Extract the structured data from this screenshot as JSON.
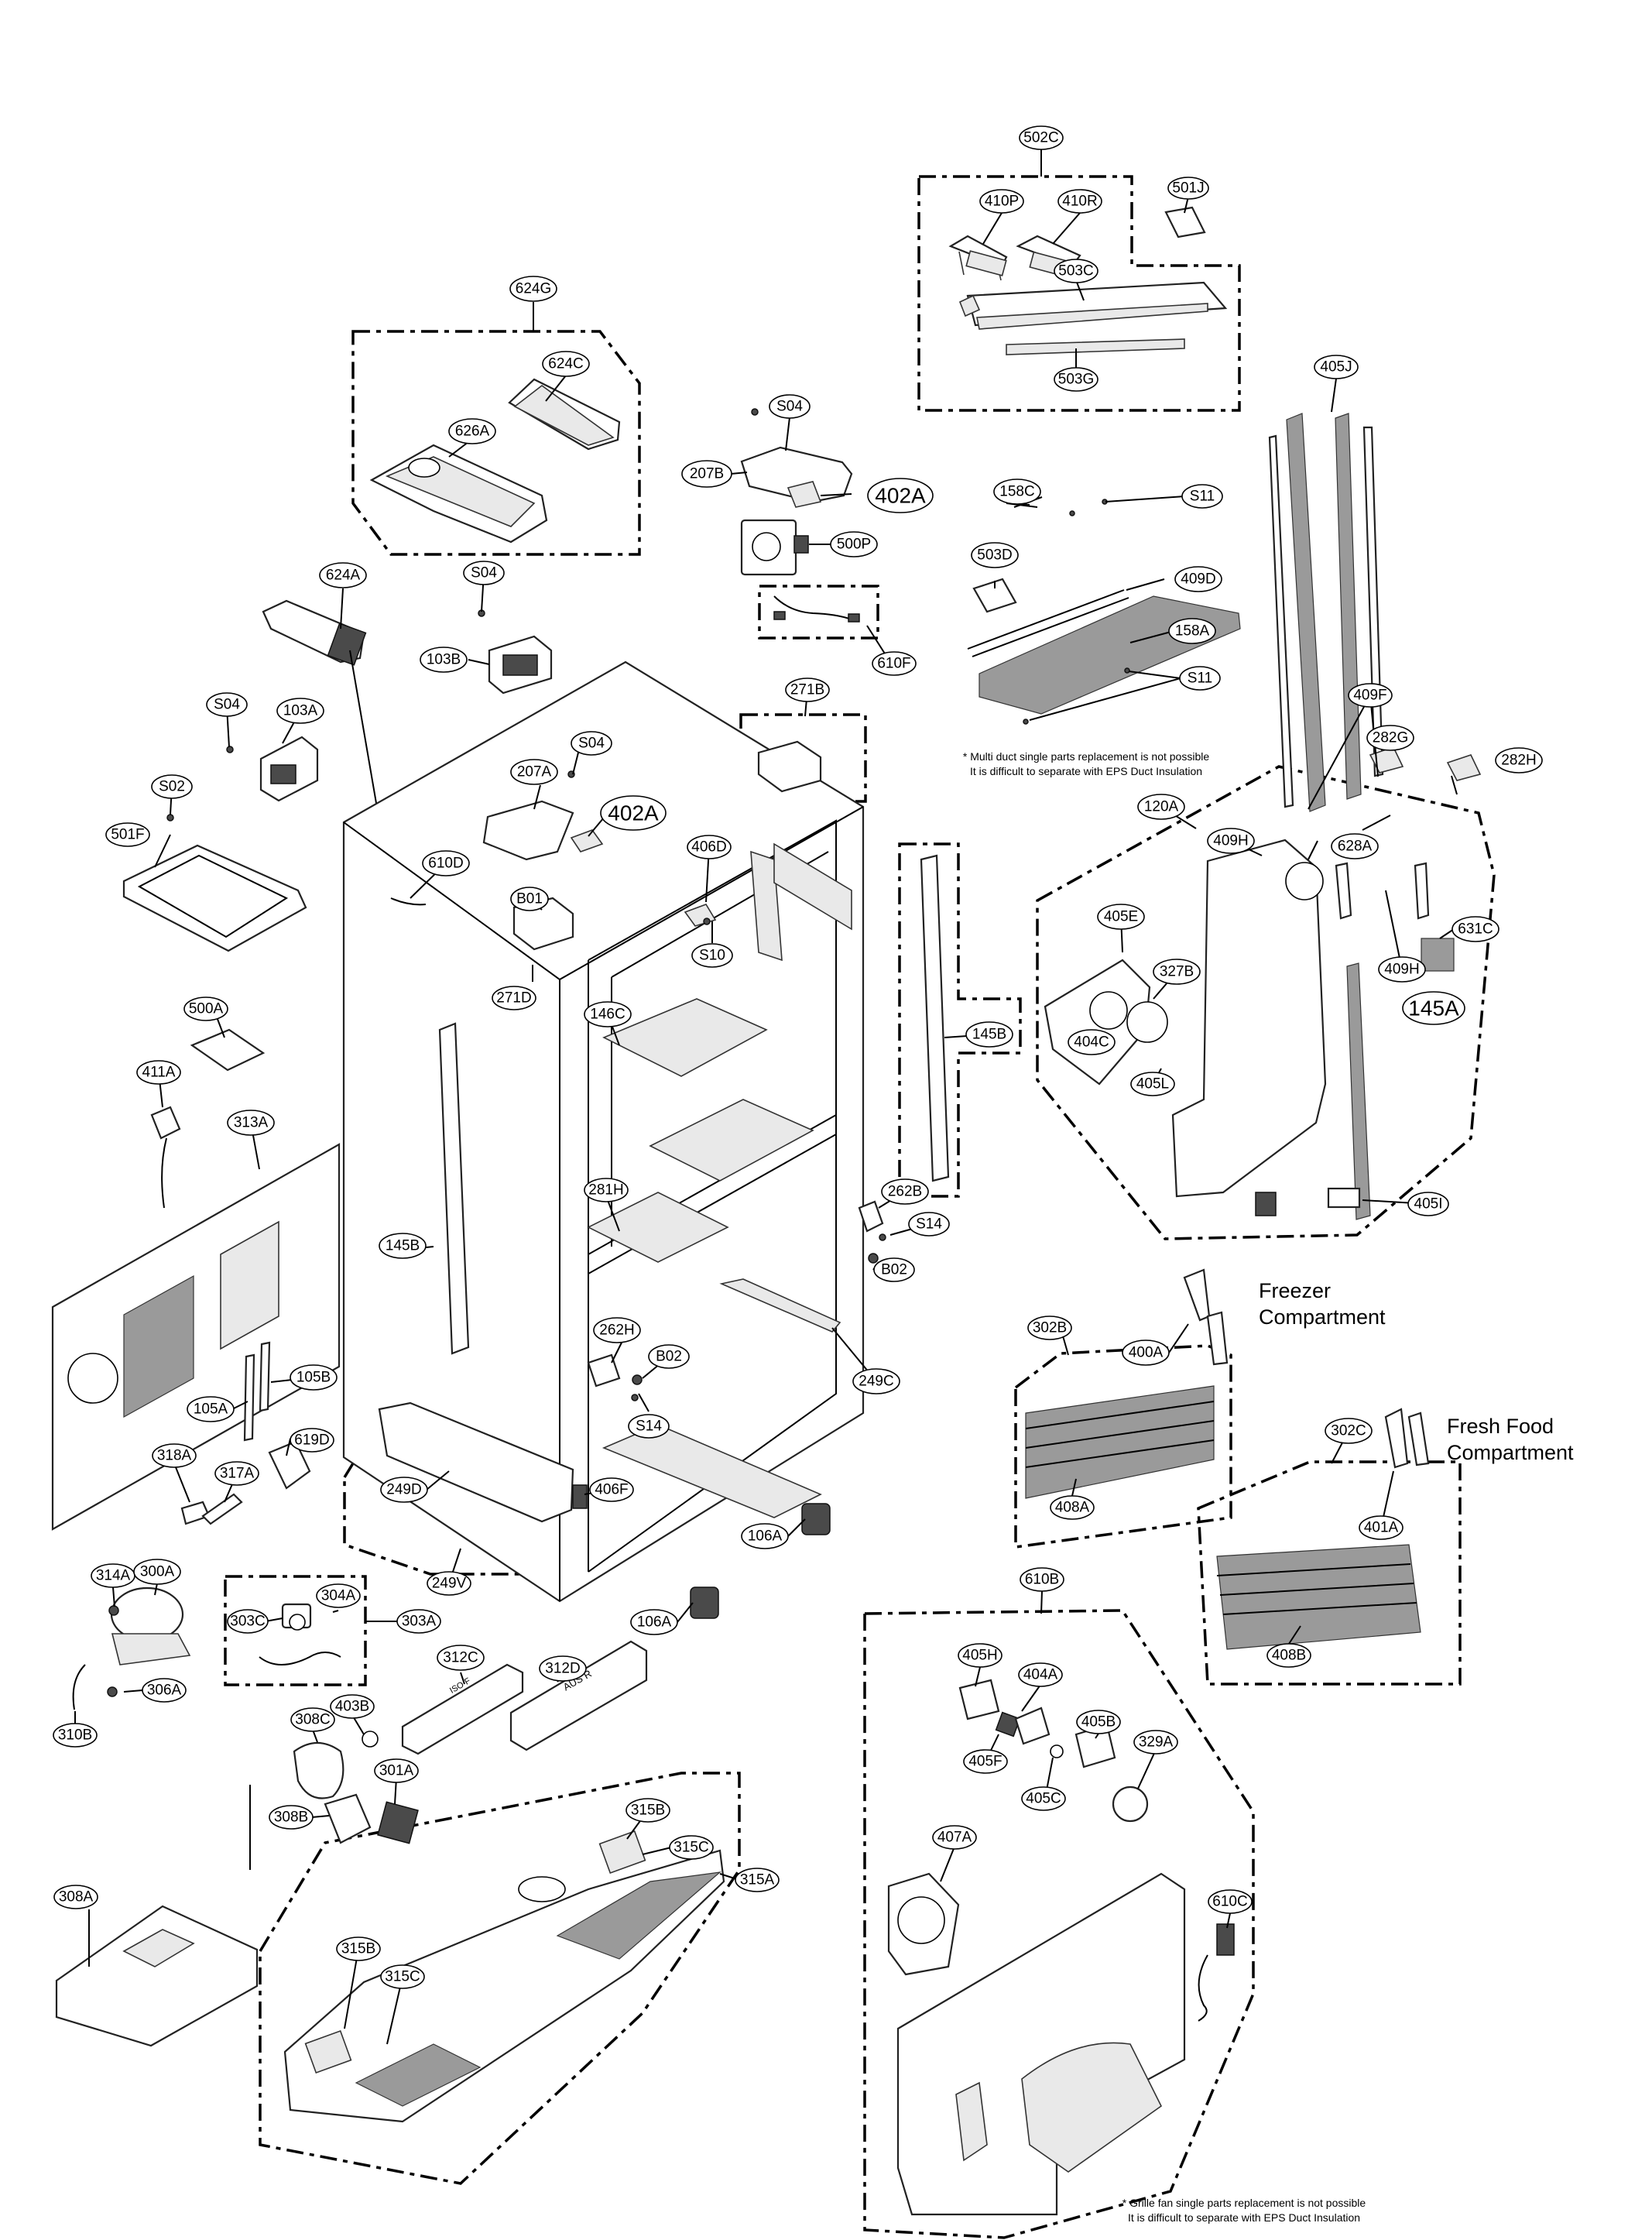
{
  "notes": {
    "multi_duct_line1": "* Multi duct single parts replacement is not possible",
    "multi_duct_line2": "It is difficult to separate with EPS Duct Insulation",
    "grille_fan_line1": "* Grille fan single parts replacement is not possible",
    "grille_fan_line2": "It is difficult to separate with EPS Duct Insulation"
  },
  "compartments": {
    "freezer_line1": "Freezer",
    "freezer_line2": "Compartment",
    "fresh_food_line1": "Fresh Food",
    "fresh_food_line2": "Compartment"
  },
  "callouts": {
    "c502C": "502C",
    "c410P": "410P",
    "c410R": "410R",
    "c501J": "501J",
    "c503C": "503C",
    "c503G": "503G",
    "c624G": "624G",
    "c624C": "624C",
    "c626A": "626A",
    "c207B": "207B",
    "cS04a": "S04",
    "c402Aa": "402A",
    "c500P": "500P",
    "c610F": "610F",
    "c158C": "158C",
    "cS11a": "S11",
    "c503D": "503D",
    "c409D": "409D",
    "c158A": "158A",
    "cS11b": "S11",
    "c405J": "405J",
    "c409F": "409F",
    "c624A": "624A",
    "cS04b": "S04",
    "c103B": "103B",
    "cS04c": "S04",
    "c103A": "103A",
    "cS02": "S02",
    "c501F": "501F",
    "c271B": "271B",
    "c207A": "207A",
    "cS04d": "S04",
    "c402Ab": "402A",
    "c406D": "406D",
    "c610D": "610D",
    "cB01": "B01",
    "c271D": "271D",
    "cS10": "S10",
    "c146C": "146C",
    "c282G": "282G",
    "c282H": "282H",
    "c120A": "120A",
    "c409H": "409H",
    "c628A": "628A",
    "c405E": "405E",
    "c327B": "327B",
    "c631C": "631C",
    "c409Hb": "409H",
    "c404C": "404C",
    "c405L": "405L",
    "c145A": "145A",
    "c405I": "405I",
    "c145Ba": "145B",
    "c500A": "500A",
    "c411A": "411A",
    "c313A": "313A",
    "c145Bb": "145B",
    "c281H": "281H",
    "c262B": "262B",
    "cS14a": "S14",
    "cB02a": "B02",
    "c262H": "262H",
    "cB02b": "B02",
    "c249C": "249C",
    "cS14b": "S14",
    "c105A": "105A",
    "c105B": "105B",
    "c619D": "619D",
    "c318A": "318A",
    "c317A": "317A",
    "c249D": "249D",
    "c406F": "406F",
    "c249V": "249V",
    "c106Aa": "106A",
    "c106Ab": "106A",
    "c302B": "302B",
    "c400A": "400A",
    "c408A": "408A",
    "c302C": "302C",
    "c401A": "401A",
    "c408B": "408B",
    "c314A": "314A",
    "c300A": "300A",
    "c306A": "306A",
    "c310B": "310B",
    "c303C": "303C",
    "c304A": "304A",
    "c303A": "303A",
    "c312C": "312C",
    "c312D": "312D",
    "c308C": "308C",
    "c403B": "403B",
    "c301A": "301A",
    "c308B": "308B",
    "c308A": "308A",
    "c315B": "315B",
    "c315C": "315C",
    "c315A": "315A",
    "c315Bb": "315B",
    "c315Cb": "315C",
    "c610B": "610B",
    "c405H": "405H",
    "c404A": "404A",
    "c405F": "405F",
    "c405B": "405B",
    "c329A": "329A",
    "c405C": "405C",
    "c407A": "407A",
    "c610C": "610C"
  },
  "part_markings": {
    "tray_312C": "ISO F",
    "tray_312D": "AUS R"
  }
}
